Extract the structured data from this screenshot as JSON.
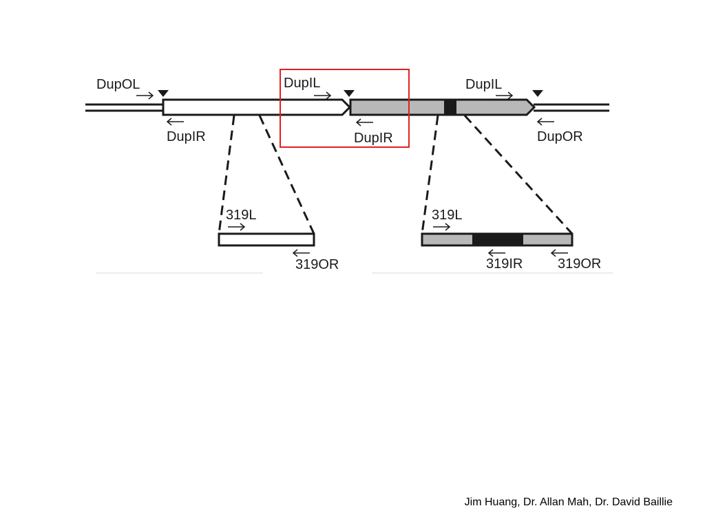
{
  "labels": {
    "dupol": "DupOL",
    "dupil_left": "DupIL",
    "dupil_right": "DupIL",
    "dupir_left": "DupIR",
    "dupir_mid": "DupIR",
    "dupor": "DupOR",
    "l319_left": "319L",
    "l319_right": "319L",
    "or319_left": "319OR",
    "ir319": "319IR",
    "or319_right": "319OR"
  },
  "credit": "Jim Huang, Dr. Allan Mah, Dr. David Baillie",
  "colors": {
    "line": "#1a1a1a",
    "segment_gray": "#b8b8b8",
    "segment_white": "#ffffff",
    "insert_black": "#1a1a1a",
    "highlight_box": "#e02020"
  }
}
